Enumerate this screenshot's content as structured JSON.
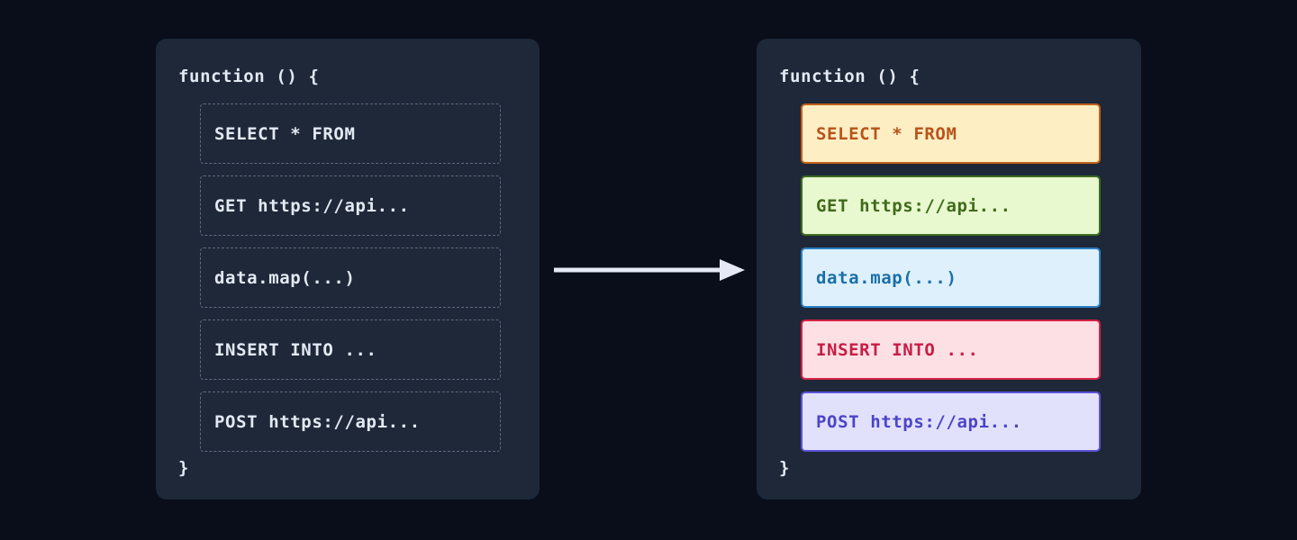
{
  "page": {
    "background": "#0a0e1a",
    "panel_background": "#1e2838"
  },
  "arrow": {
    "name": "transform-arrow",
    "direction": "right",
    "color": "#e6e9f5"
  },
  "before_panel": {
    "title": "before-panel",
    "code_open": "function () {",
    "code_close": "}",
    "text_color": "#e3e9f3",
    "border_color": "#5c6a82",
    "rows": [
      {
        "label": "SELECT * FROM"
      },
      {
        "label": "GET https://api..."
      },
      {
        "label": "data.map(...)"
      },
      {
        "label": "INSERT INTO ..."
      },
      {
        "label": "POST https://api..."
      }
    ]
  },
  "after_panel": {
    "title": "after-panel",
    "code_open": "function () {",
    "code_close": "}",
    "text_color": "#e3e9f3",
    "rows": [
      {
        "label": "SELECT * FROM",
        "kind": "sql-select",
        "fill": "#fdeec4",
        "border": "#c2611a",
        "text": "#b8541a"
      },
      {
        "label": "GET https://api...",
        "kind": "http-get",
        "fill": "#e8f8cf",
        "border": "#3d6b20",
        "text": "#3f6b1a"
      },
      {
        "label": "data.map(...)",
        "kind": "js-map",
        "fill": "#ddf0fc",
        "border": "#2b80c4",
        "text": "#1b6fa8"
      },
      {
        "label": "INSERT INTO ...",
        "kind": "sql-insert",
        "fill": "#fde0e4",
        "border": "#d62246",
        "text": "#c81d45"
      },
      {
        "label": "POST https://api...",
        "kind": "http-post",
        "fill": "#e2e1fb",
        "border": "#5a52d8",
        "text": "#4b44c8"
      }
    ]
  }
}
